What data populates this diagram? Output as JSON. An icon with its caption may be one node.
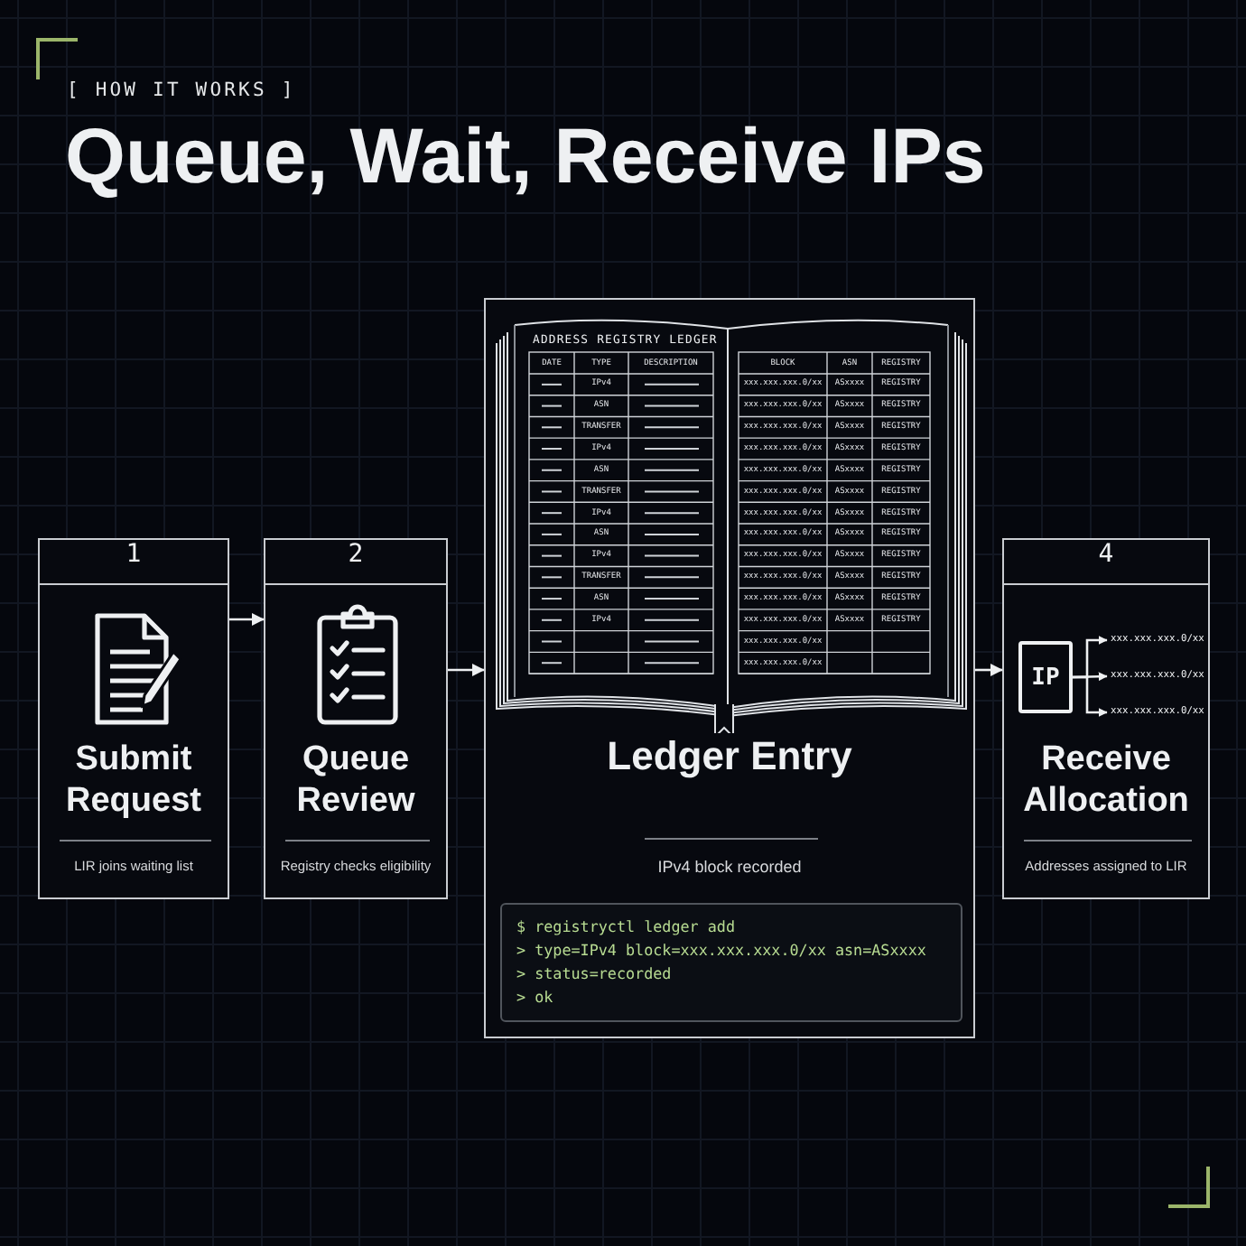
{
  "diagram": {
    "title": "Queue, Wait, Receive IPs",
    "nodes": [
      {
        "text": [
          "1",
          "Submit Request",
          "LIR joins waiting list"
        ]
      },
      {
        "text": [
          "2",
          "Queue Review",
          "Registry checks eligibility"
        ]
      },
      {
        "text": [
          "Ledger Entry",
          "IPv4 block recorded"
        ]
      },
      {
        "text": [
          "$ registryctl ledger add",
          "> type=IPv4 block=xxx.xxx.xxx.0/xx asn=ASxxxx",
          "> status=recorded",
          "> ok"
        ],
        "in": 2
      },
      {
        "text": [
          "4",
          "Receive Allocation",
          "Addresses assigned to LIR"
        ]
      },
      {
        "text": [
          "IP"
        ],
        "in": 4
      },
      {
        "text": [
          "xxx.xxx.xxx.0/xx"
        ],
        "in": 4
      },
      {
        "text": [
          "xxx.xxx.xxx.0/xx"
        ],
        "in": 4
      },
      {
        "text": [
          "xxx.xxx.xxx.0/xx"
        ],
        "in": 4
      }
    ],
    "edges": [
      {
        "from": 0,
        "to": 1,
        "arrow": "to"
      },
      {
        "from": 1,
        "to": 2,
        "arrow": "to"
      },
      {
        "from": 2,
        "to": 4,
        "arrow": "to"
      },
      {
        "from": 5,
        "to": 6,
        "arrow": "to"
      },
      {
        "from": 5,
        "to": 7,
        "arrow": "to"
      },
      {
        "from": 5,
        "to": 8,
        "arrow": "to"
      }
    ],
    "labels": [
      "[ HOW IT WORKS ]",
      "ADDRESS REGISTRY LEDGER",
      "DATE",
      "TYPE",
      "DESCRIPTION",
      "IPv4",
      "ASN",
      "TRANSFER",
      "IPv4",
      "ASN",
      "TRANSFER",
      "IPv4",
      "ASN",
      "IPv4",
      "TRANSFER",
      "ASN",
      "IPv4",
      "BLOCK",
      "ASN",
      "REGISTRY",
      "xxx.xxx.xxx.0/xx",
      "ASxxxx",
      "REGISTRY",
      "xxx.xxx.xxx.0/xx",
      "ASxxxx",
      "REGISTRY",
      "xxx.xxx.xxx.0/xx",
      "ASxxxx",
      "REGISTRY",
      "xxx.xxx.xxx.0/xx",
      "ASxxxx",
      "REGISTRY",
      "xxx.xxx.xxx.0/xx",
      "ASxxxx",
      "REGISTRY",
      "xxx.xxx.xxx.0/xx",
      "ASxxxx",
      "REGISTRY",
      "xxx.xxx.xxx.0/xx",
      "ASxxxx",
      "REGISTRY",
      "xxx.xxx.xxx.0/xx",
      "ASxxxx",
      "REGISTRY",
      "xxx.xxx.xxx.0/xx",
      "ASxxxx",
      "REGISTRY",
      "xxx.xxx.xxx.0/xx",
      "ASxxxx",
      "REGISTRY",
      "xxx.xxx.xxx.0/xx",
      "ASxxxx",
      "REGISTRY",
      "xxx.xxx.xxx.0/xx",
      "ASxxxx",
      "REGISTRY",
      "xxx.xxx.xxx.0/xx",
      "xxx.xxx.xxx.0/xx"
    ]
  }
}
